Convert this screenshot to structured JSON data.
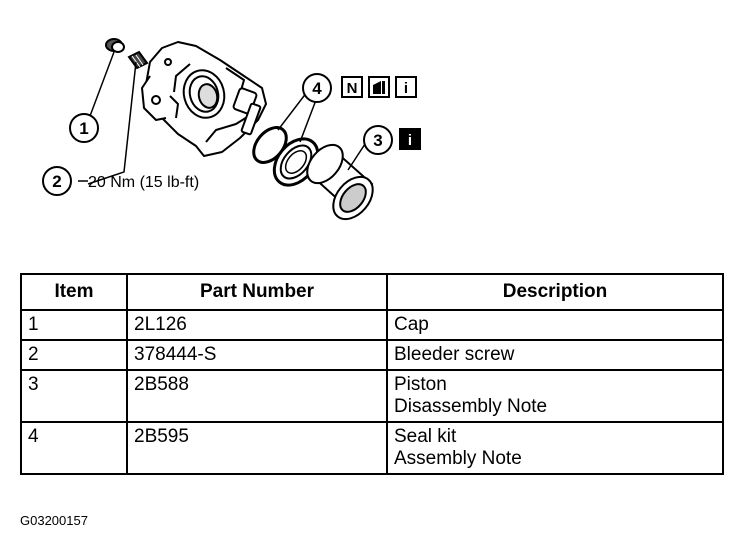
{
  "callouts": [
    {
      "number": "1"
    },
    {
      "number": "2",
      "note": "20 Nm (15 lb-ft)"
    },
    {
      "number": "3"
    },
    {
      "number": "4"
    }
  ],
  "symbols": {
    "seal_kit": [
      "N",
      "i"
    ],
    "piston": [
      "i"
    ]
  },
  "table": {
    "headers": [
      "Item",
      "Part Number",
      "Description"
    ],
    "rows": [
      {
        "item": "1",
        "part": "2L126",
        "desc": [
          "Cap"
        ]
      },
      {
        "item": "2",
        "part": "378444-S",
        "desc": [
          "Bleeder screw"
        ]
      },
      {
        "item": "3",
        "part": "2B588",
        "desc": [
          "Piston",
          "Disassembly Note"
        ]
      },
      {
        "item": "4",
        "part": "2B595",
        "desc": [
          "Seal kit",
          "Assembly Note"
        ]
      }
    ]
  },
  "figure_id": "G03200157"
}
